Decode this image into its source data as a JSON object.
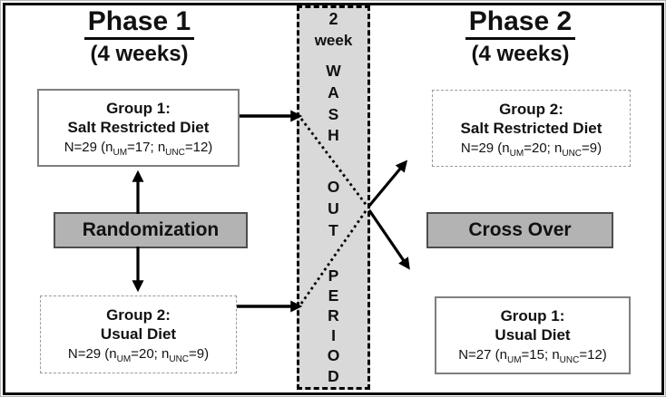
{
  "figure": {
    "description": "Two-phase crossover dietary study design diagram"
  },
  "phase1": {
    "title": "Phase 1",
    "subtitle": "(4 weeks)"
  },
  "phase2": {
    "title": "Phase 2",
    "subtitle": "(4 weeks)"
  },
  "washout": {
    "duration": "2",
    "unit": "week",
    "wash": [
      "W",
      "A",
      "S",
      "H"
    ],
    "out": [
      "O",
      "U",
      "T"
    ],
    "period": [
      "P",
      "E",
      "R",
      "I",
      "O",
      "D"
    ]
  },
  "randomization": {
    "label": "Randomization"
  },
  "crossover": {
    "label": "Cross Over"
  },
  "groups": {
    "g1p1": {
      "title": "Group 1:",
      "diet": "Salt Restricted Diet",
      "n": {
        "pre": "N=29 (n",
        "sub1": "UM",
        "mid": "=17;  n",
        "sub2": "UNC",
        "post": "=12)"
      }
    },
    "g2p1": {
      "title": "Group 2:",
      "diet": "Usual Diet",
      "n": {
        "pre": "N=29 (n",
        "sub1": "UM",
        "mid": "=20;  n",
        "sub2": "UNC",
        "post": "=9)"
      }
    },
    "g2p2": {
      "title": "Group 2:",
      "diet": "Salt Restricted Diet",
      "n": {
        "pre": "N=29 (n",
        "sub1": "UM",
        "mid": "=20;  n",
        "sub2": "UNC",
        "post": "=9)"
      }
    },
    "g1p2": {
      "title": "Group 1:",
      "diet": "Usual Diet",
      "n": {
        "pre": "N=27 (n",
        "sub1": "UM",
        "mid": "=15;  n",
        "sub2": "UNC",
        "post": "=12)"
      }
    }
  },
  "colors": {
    "washout_fill": "#d9d9d9",
    "action_fill": "#b3b3b3",
    "line": "#000000",
    "solid_box_border": "#7f7f7f",
    "dashed_box_border": "#9a9a9a"
  }
}
